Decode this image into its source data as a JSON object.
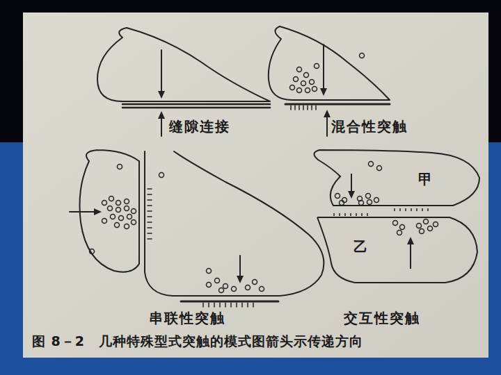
{
  "diagram": {
    "caption": "图 8－2　几种特殊型式突触的模式图箭头示传递方向",
    "nodes": [
      {
        "text": [
          "甲"
        ]
      },
      {
        "text": [
          "乙"
        ]
      }
    ],
    "labels": [
      "缝隙连接",
      "混合性突触",
      "串联性突触",
      "交互性突触"
    ]
  }
}
